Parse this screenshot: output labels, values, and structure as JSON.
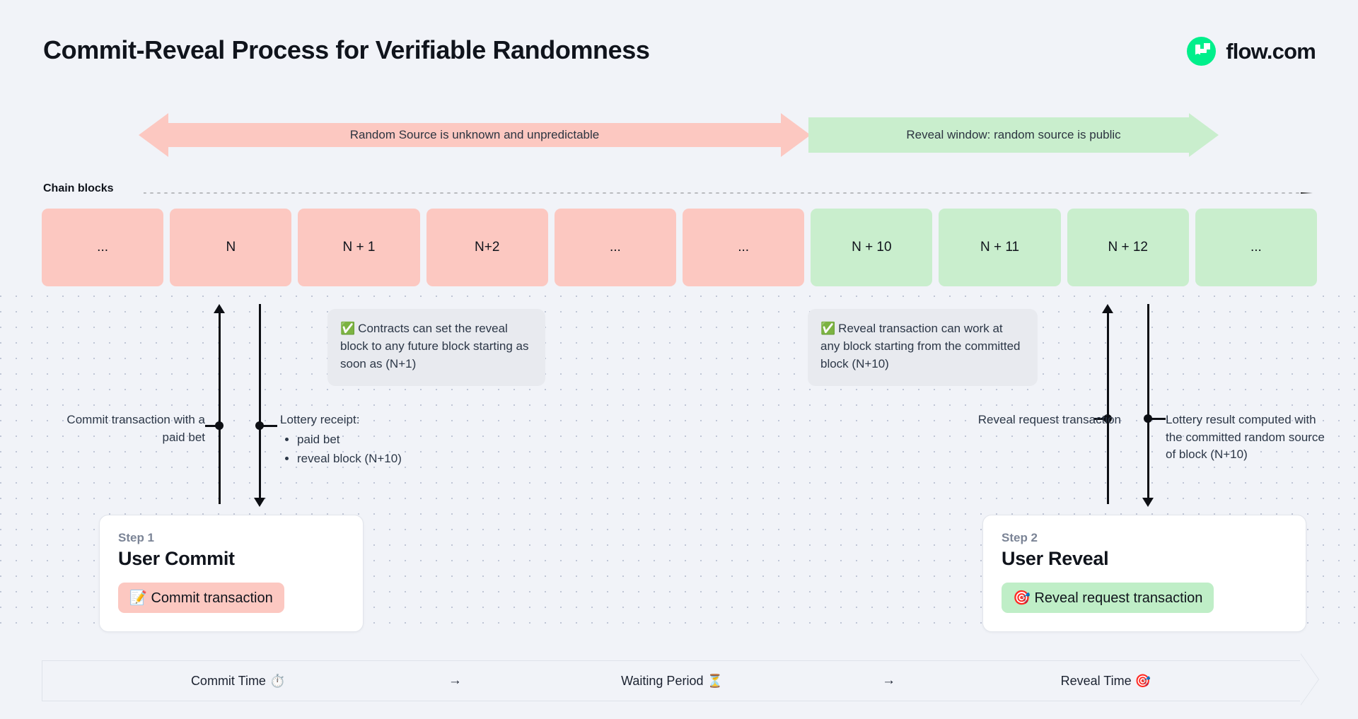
{
  "header": {
    "title": "Commit-Reveal Process for Verifiable Randomness",
    "brand": "flow.com",
    "brand_icon": "flow-logo-icon",
    "brand_color": "#00ef8b"
  },
  "banners": [
    {
      "id": "unpredictable",
      "label": "Random Source is unknown and unpredictable",
      "color": "#fcc8c1",
      "arrows": "both"
    },
    {
      "id": "reveal-window",
      "label": "Reveal window: random source is public",
      "color": "#c9eecd",
      "arrows": "right"
    }
  ],
  "chain": {
    "label": "Chain blocks",
    "blocks": [
      {
        "label": "...",
        "state": "pink"
      },
      {
        "label": "N",
        "state": "pink"
      },
      {
        "label": "N + 1",
        "state": "pink"
      },
      {
        "label": "N+2",
        "state": "pink"
      },
      {
        "label": "...",
        "state": "pink"
      },
      {
        "label": "...",
        "state": "pink"
      },
      {
        "label": "N + 10",
        "state": "green"
      },
      {
        "label": "N + 11",
        "state": "green"
      },
      {
        "label": "N + 12",
        "state": "green"
      },
      {
        "label": "...",
        "state": "green"
      }
    ]
  },
  "callouts": [
    {
      "id": "contracts-reveal-block",
      "icon": "white-check-mark",
      "text": "Contracts can set the reveal block to any future block starting as soon as (N+1)"
    },
    {
      "id": "reveal-tx-any-block",
      "icon": "white-check-mark",
      "text": "Reveal transaction can work at any block starting from the committed block (N+10)"
    }
  ],
  "annotations": {
    "commit": "Commit transaction with a paid bet",
    "receipt_title": "Lottery receipt:",
    "receipt_items": [
      "paid bet",
      "reveal block (N+10)"
    ],
    "reveal_request": "Reveal request transaction",
    "lottery_result": "Lottery result computed with the committed random source of block (N+10)"
  },
  "steps": [
    {
      "kicker": "Step 1",
      "title": "User Commit",
      "pill_icon": "memo",
      "pill_label": "Commit transaction",
      "pill_color": "#fcc8c1"
    },
    {
      "kicker": "Step 2",
      "title": "User Reveal",
      "pill_icon": "direct-hit",
      "pill_label": "Reveal request transaction",
      "pill_color": "#bfeec7"
    }
  ],
  "timeline": {
    "phases": [
      {
        "label": "Commit Time",
        "icon": "stopwatch"
      },
      {
        "label": "Waiting Period",
        "icon": "hourglass"
      },
      {
        "label": "Reveal Time",
        "icon": "direct-hit"
      }
    ],
    "separator": "→"
  }
}
